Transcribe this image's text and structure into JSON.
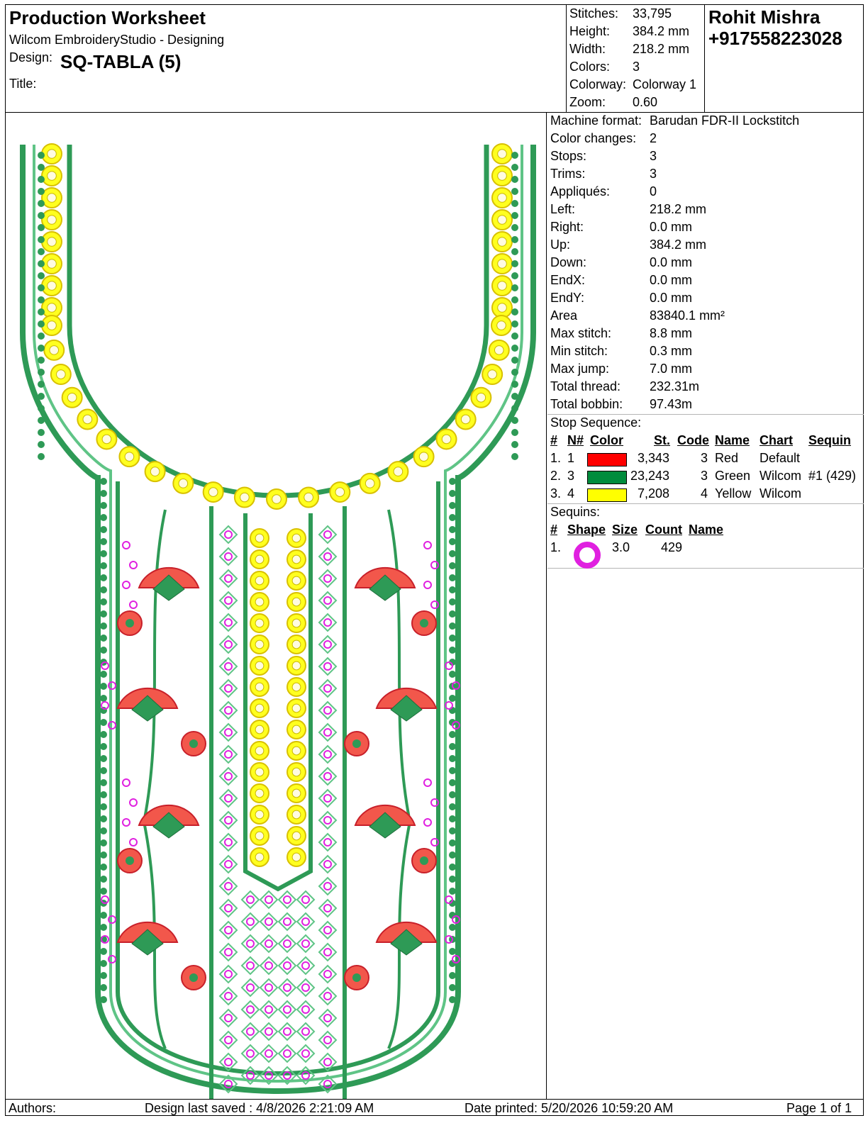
{
  "header": {
    "title": "Production Worksheet",
    "app": "Wilcom EmbroideryStudio - Designing",
    "design_label": "Design:",
    "design_name": "SQ-TABLA (5)",
    "title_label": "Title:",
    "stats": [
      {
        "label": "Stitches:",
        "value": "33,795"
      },
      {
        "label": "Height:",
        "value": "384.2 mm"
      },
      {
        "label": "Width:",
        "value": "218.2 mm"
      },
      {
        "label": "Colors:",
        "value": "3"
      },
      {
        "label": "Colorway:",
        "value": "Colorway 1"
      },
      {
        "label": "Zoom:",
        "value": "0.60"
      }
    ],
    "owner_name": "Rohit Mishra",
    "owner_phone": "+917558223028"
  },
  "info": [
    {
      "label": "Machine format:",
      "value": "Barudan FDR-II Lockstitch"
    },
    {
      "label": "Color changes:",
      "value": "2"
    },
    {
      "label": "Stops:",
      "value": "3"
    },
    {
      "label": "Trims:",
      "value": "3"
    },
    {
      "label": "Appliqués:",
      "value": "0"
    },
    {
      "label": "Left:",
      "value": "218.2 mm"
    },
    {
      "label": "Right:",
      "value": "0.0 mm"
    },
    {
      "label": "Up:",
      "value": "384.2 mm"
    },
    {
      "label": "Down:",
      "value": "0.0 mm"
    },
    {
      "label": "EndX:",
      "value": "0.0 mm"
    },
    {
      "label": "EndY:",
      "value": "0.0 mm"
    },
    {
      "label": "Area",
      "value": "83840.1 mm²"
    },
    {
      "label": "Max stitch:",
      "value": "8.8 mm"
    },
    {
      "label": "Min stitch:",
      "value": "0.3 mm"
    },
    {
      "label": "Max jump:",
      "value": "7.0 mm"
    },
    {
      "label": "Total thread:",
      "value": "232.31m"
    },
    {
      "label": "Total bobbin:",
      "value": "97.43m"
    }
  ],
  "stop_sequence": {
    "title": "Stop Sequence:",
    "headers": {
      "num": "#",
      "needle": "N#",
      "color": "Color",
      "stitches": "St.",
      "code": "Code",
      "name": "Name",
      "chart": "Chart",
      "sequin": "Sequin"
    },
    "rows": [
      {
        "num": "1.",
        "needle": "1",
        "swatch": "#ff0000",
        "stitches": "3,343",
        "code": "3",
        "name": "Red",
        "chart": "Default",
        "sequin": ""
      },
      {
        "num": "2.",
        "needle": "3",
        "swatch": "#008c3c",
        "stitches": "23,243",
        "code": "3",
        "name": "Green",
        "chart": "Wilcom",
        "sequin": "#1 (429)"
      },
      {
        "num": "3.",
        "needle": "4",
        "swatch": "#ffff00",
        "stitches": "7,208",
        "code": "4",
        "name": "Yellow",
        "chart": "Wilcom",
        "sequin": ""
      }
    ]
  },
  "sequins": {
    "title": "Sequins:",
    "headers": {
      "num": "#",
      "shape": "Shape",
      "size": "Size",
      "count": "Count",
      "name": "Name"
    },
    "rows": [
      {
        "num": "1.",
        "shape_color": "#e020e0",
        "size": "3.0",
        "count": "429",
        "name": ""
      }
    ]
  },
  "design_colors": {
    "green": "#2e9a56",
    "green_light": "#5fc486",
    "yellow": "#ffff1f",
    "yellow_edge": "#d8c000",
    "red": "#f2574b",
    "red_dark": "#c8202a",
    "sequin": "#e020e0"
  },
  "footer": {
    "authors": "Authors:",
    "last_saved": "Design last saved : 4/8/2026 2:21:09 AM",
    "printed": "Date printed: 5/20/2026 10:59:20 AM",
    "page": "Page 1 of 1"
  }
}
